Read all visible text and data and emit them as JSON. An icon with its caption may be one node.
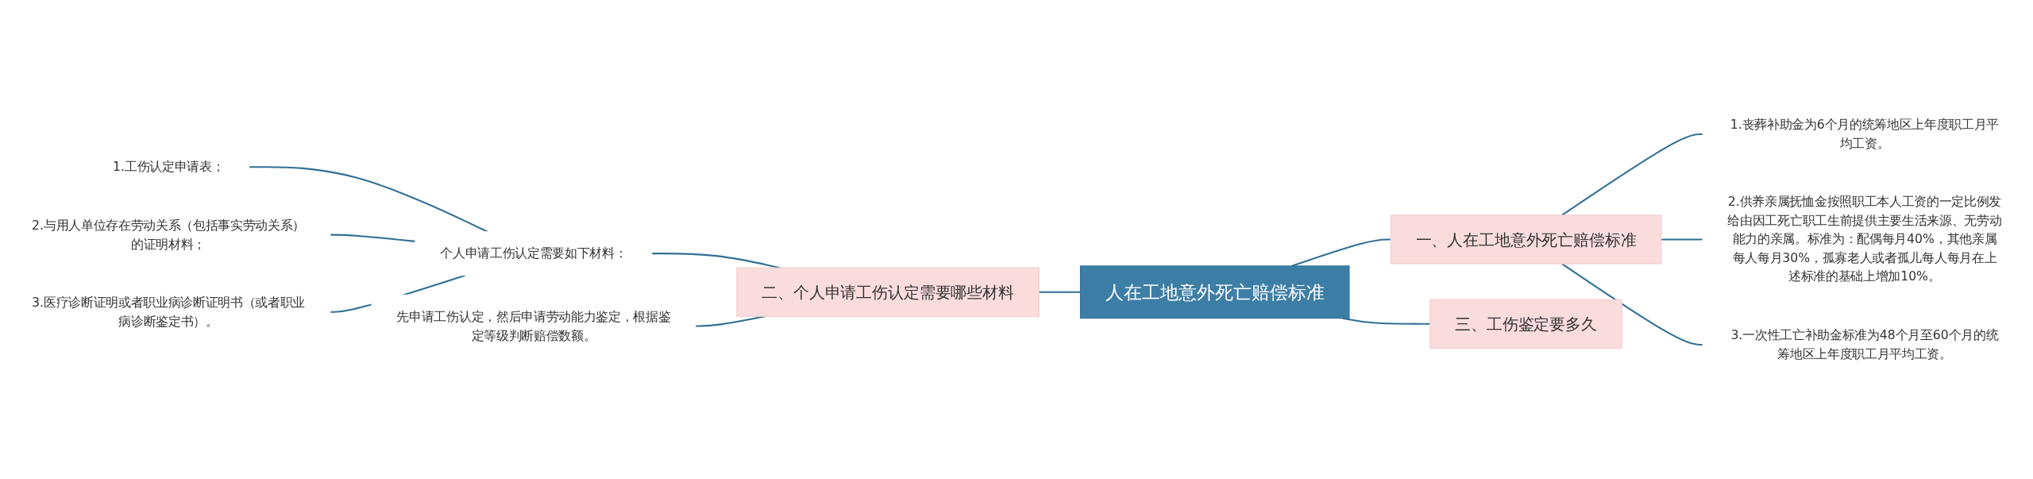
{
  "diagram": {
    "nodes": [
      {
        "text": [
          "人在工地意外死亡赔偿标准"
        ]
      },
      {
        "text": [
          "一、人在工地意外死亡赔偿标准"
        ]
      },
      {
        "text": [
          "1.丧葬补助金为6个月的统筹地区上年度职工月平均工资。"
        ]
      },
      {
        "text": [
          "2.供养亲属抚恤金按照职工本人工资的一定比例发给由因工死亡职工生前提供主要生活来源、无劳动能力的亲属。标准为：配偶每月40%，其他亲属每人每月30%，孤寡老人或者孤儿每人每月在上述标准的基础上增加10%。"
        ]
      },
      {
        "text": [
          "3.一次性工亡补助金标准为48个月至60个月的统筹地区上年度职工月平均工资。"
        ]
      },
      {
        "text": [
          "三、工伤鉴定要多久"
        ]
      },
      {
        "text": [
          "二、个人申请工伤认定需要哪些材料"
        ]
      },
      {
        "text": [
          "个人申请工伤认定需要如下材料："
        ]
      },
      {
        "text": [
          "1.工伤认定申请表；"
        ]
      },
      {
        "text": [
          "2.与用人单位存在劳动关系（包括事实劳动关系）的证明材料；"
        ]
      },
      {
        "text": [
          "3.医疗诊断证明或者职业病诊断证明书（或者职业病诊断鉴定书）。"
        ]
      },
      {
        "text": [
          "先申请工伤认定，然后申请劳动能力鉴定，根据鉴定等级判断赔偿数额。"
        ]
      }
    ],
    "edges": [
      {
        "from": 0,
        "to": 1,
        "arrow": "none"
      },
      {
        "from": 1,
        "to": 2,
        "arrow": "none"
      },
      {
        "from": 1,
        "to": 3,
        "arrow": "none"
      },
      {
        "from": 1,
        "to": 4,
        "arrow": "none"
      },
      {
        "from": 0,
        "to": 5,
        "arrow": "none"
      },
      {
        "from": 0,
        "to": 6,
        "arrow": "none"
      },
      {
        "from": 6,
        "to": 7,
        "arrow": "none"
      },
      {
        "from": 7,
        "to": 8,
        "arrow": "none"
      },
      {
        "from": 7,
        "to": 9,
        "arrow": "none"
      },
      {
        "from": 7,
        "to": 10,
        "arrow": "none"
      },
      {
        "from": 6,
        "to": 11,
        "arrow": "none"
      }
    ]
  }
}
